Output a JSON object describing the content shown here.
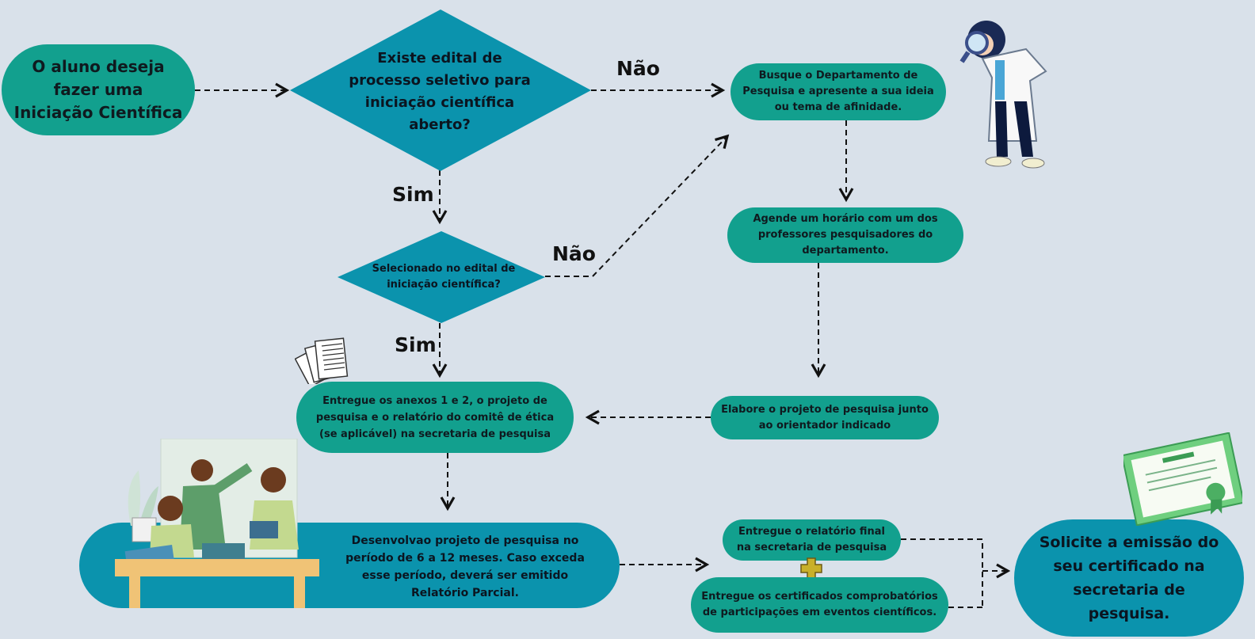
{
  "nodes": {
    "start": "O aluno deseja fazer uma Iniciação Científica",
    "q_edital": "Existe edital de processo seletivo para iniciação científica aberto?",
    "q_selecionado": "Selecionado no edital de iniciação científica?",
    "busque": "Busque o Departamento de Pesquisa e apresente a sua ideia ou tema de afinidade.",
    "agende": "Agende um horário com um dos professores pesquisadores do departamento.",
    "elabore": "Elabore o projeto de pesquisa junto ao orientador indicado",
    "entregue_anexos": "Entregue os anexos 1 e 2, o projeto de pesquisa e o relatório do comitê de ética (se aplicável) na secretaria de pesquisa",
    "desenvolva": "Desenvolvao projeto de pesquisa no período de 6 a 12 meses. Caso exceda esse período, deverá ser emitido Relatório Parcial.",
    "relatorio_final": "Entregue o relatório final na secretaria de pesquisa",
    "certificados": "Entregue os certificados comprobatórios de participações em eventos científicos.",
    "solicite": "Solicite a emissão do seu certificado na secretaria de pesquisa."
  },
  "labels": {
    "nao_1": "Não",
    "nao_2": "Não",
    "sim_1": "Sim",
    "sim_2": "Sim"
  },
  "colors": {
    "background": "#d9e1ea",
    "green_node": "#12a08e",
    "blue_node": "#0b93ad",
    "plus": "#c8b02a"
  },
  "icons": {
    "scientist": "scientist-with-magnifier",
    "papers": "document-stack",
    "students": "students-studying",
    "certificate": "certificate",
    "plus": "plus-sign"
  }
}
